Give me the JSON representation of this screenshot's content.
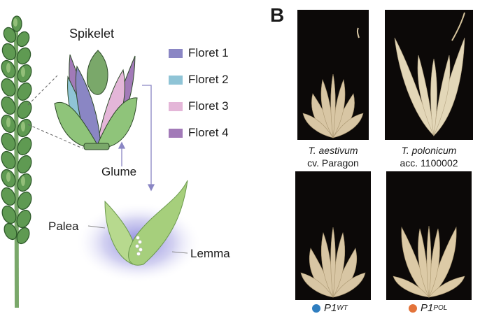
{
  "panel_label": "B",
  "diagram": {
    "spikelet_label": "Spikelet",
    "legend": [
      {
        "label": "Floret 1",
        "color": "#8a86c4"
      },
      {
        "label": "Floret 2",
        "color": "#8fc4d6"
      },
      {
        "label": "Floret 3",
        "color": "#e4b6d8"
      },
      {
        "label": "Floret 4",
        "color": "#a27ab8"
      }
    ],
    "glume_label": "Glume",
    "palea_label": "Palea",
    "lemma_label": "Lemma"
  },
  "photos": [
    {
      "species": "T. aestivum",
      "accession": "cv. Paragon"
    },
    {
      "species": "T. polonicum",
      "accession": "acc. 1100002"
    }
  ],
  "genotypes": [
    {
      "name": "P1",
      "sup": "WT",
      "color": "#2f7ec0"
    },
    {
      "name": "P1",
      "sup": "POL",
      "color": "#e3733a"
    }
  ],
  "colors": {
    "leaf_green": "#a9cf8a",
    "leaf_green_dark": "#5a8f4a",
    "photo_background": "#0c0908",
    "glume_arrow": "#8a86c4"
  }
}
